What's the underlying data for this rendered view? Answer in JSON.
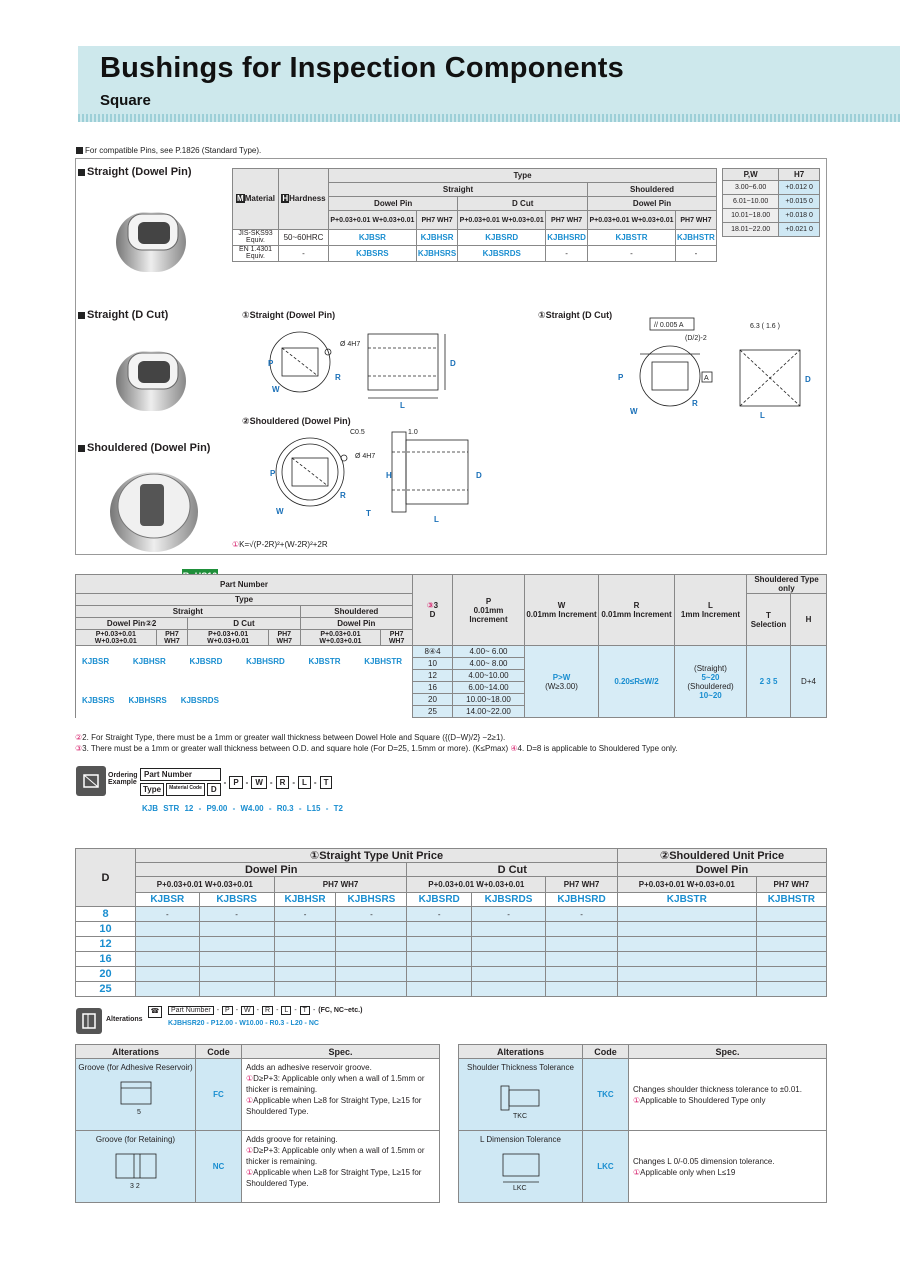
{
  "header": {
    "title": "Bushings for Inspection Components",
    "subtitle": "Square"
  },
  "compat_note": "For compatible Pins, see P.1826 (Standard Type).",
  "product_types": [
    "Straight (Dowel Pin)",
    "Straight (D Cut)",
    "Shouldered (Dowel Pin)"
  ],
  "rohs": "RoHS10",
  "material_table": {
    "material_hdr": "Material",
    "hardness_hdr": "Hardness",
    "type_hdr": "Type",
    "straight_hdr": "Straight",
    "shouldered_hdr": "Shouldered",
    "dowel_pin": "Dowel Pin",
    "d_cut": "D Cut",
    "tol_a": "P+0.03+0.01 W+0.03+0.01",
    "tol_b": "PH7 WH7",
    "rows": [
      {
        "material": "JIS-SKS93 Equiv.",
        "hardness": "50~60HRC",
        "c1": "KJBSR",
        "c2": "KJBHSR",
        "c3": "KJBSRD",
        "c4": "KJBHSRD",
        "c5": "KJBSTR",
        "c6": "KJBHSTR"
      },
      {
        "material": "EN 1.4301 Equiv.",
        "hardness": "-",
        "c1": "KJBSRS",
        "c2": "KJBHSRS",
        "c3": "KJBSRDS",
        "c4": "-",
        "c5": "-",
        "c6": "-"
      }
    ]
  },
  "h7_table": {
    "h1": "P,W",
    "h2": "H7",
    "rows": [
      {
        "range": "3.00~6.00",
        "tol": "+0.012 0"
      },
      {
        "range": "6.01~10.00",
        "tol": "+0.015 0"
      },
      {
        "range": "10.01~18.00",
        "tol": "+0.018 0"
      },
      {
        "range": "18.01~22.00",
        "tol": "+0.021 0"
      }
    ]
  },
  "drawings": {
    "d1": "①Straight (Dowel Pin)",
    "d2": "①Straight (D Cut)",
    "d3": "②Shouldered (Dowel Pin)",
    "formula": "K=√(P-2R)²+(W-2R)²+2R"
  },
  "part_table": {
    "part_number": "Part Number",
    "type": "Type",
    "straight": "Straight",
    "shouldered": "Shouldered",
    "dowel_pin2": "Dowel Pin②2",
    "d_cut": "D Cut",
    "dowel_pin": "Dowel Pin",
    "d_hdr": "D",
    "p_hdr": "P",
    "p_sub": "0.01mm Increment",
    "w_hdr": "W",
    "w_sub": "0.01mm Increment",
    "r_hdr": "R",
    "r_sub": "0.01mm Increment",
    "l_hdr": "L",
    "l_sub": "1mm Increment",
    "shoulder_only": "Shouldered Type only",
    "t_hdr": "T Selection",
    "h_hdr": "H",
    "codes_row1": [
      "KJBSR",
      "KJBHSR",
      "KJBSRD",
      "KJBHSRD",
      "KJBSTR",
      "KJBHSTR"
    ],
    "codes_row2": [
      "KJBSRS",
      "KJBHSRS",
      "KJBSRDS"
    ],
    "d_vals": [
      "8④4",
      "10",
      "12",
      "16",
      "20",
      "25"
    ],
    "p_vals": [
      "4.00~ 6.00",
      "4.00~ 8.00",
      "4.00~10.00",
      "6.00~14.00",
      "10.00~18.00",
      "14.00~22.00"
    ],
    "w_val": "P>W",
    "w_note": "(W≥3.00)",
    "r_val": "0.20≤R≤W/2",
    "l_straight": "(Straight)",
    "l_s_val": "5~20",
    "l_shouldered": "(Shouldered)",
    "l_sh_val": "10~20",
    "t_val": "2 3 5",
    "h_val": "D+4"
  },
  "footnotes": {
    "f2": "2. For Straight Type, there must be a 1mm or greater wall thickness between Dowel Hole and Square ({(D−W)/2} −2≥1).",
    "f3": "3. There must be a 1mm or greater wall thickness between O.D. and square hole (For D=25, 1.5mm or more). (K≤Pmax)",
    "f4": "4. D=8 is applicable to Shouldered Type only."
  },
  "ordering": {
    "label": "Ordering Example",
    "part_number": "Part Number",
    "type": "Type",
    "material_code": "Material Code",
    "fields": [
      "D",
      "P",
      "W",
      "R",
      "L",
      "T"
    ],
    "example": "KJB STR 12 - P9.00 - W4.00 - R0.3 - L15 - T2"
  },
  "price_table": {
    "d_hdr": "D",
    "straight_price": "①Straight Type Unit Price",
    "shouldered_price": "②Shouldered Unit Price",
    "dowel_pin": "Dowel Pin",
    "d_cut": "D Cut",
    "codes": [
      "KJBSR",
      "KJBSRS",
      "KJBHSR",
      "KJBHSRS",
      "KJBSRD",
      "KJBSRDS",
      "KJBHSRD",
      "KJBSTR",
      "KJBHSTR"
    ],
    "rows": [
      {
        "d": "8",
        "cells": [
          "-",
          "-",
          "-",
          "-",
          "-",
          "-",
          "-",
          "",
          ""
        ]
      },
      {
        "d": "10",
        "cells": [
          "",
          "",
          "",
          "",
          "",
          "",
          "",
          "",
          ""
        ]
      },
      {
        "d": "12",
        "cells": [
          "",
          "",
          "",
          "",
          "",
          "",
          "",
          "",
          ""
        ]
      },
      {
        "d": "16",
        "cells": [
          "",
          "",
          "",
          "",
          "",
          "",
          "",
          "",
          ""
        ]
      },
      {
        "d": "20",
        "cells": [
          "",
          "",
          "",
          "",
          "",
          "",
          "",
          "",
          ""
        ]
      },
      {
        "d": "25",
        "cells": [
          "",
          "",
          "",
          "",
          "",
          "",
          "",
          "",
          ""
        ]
      }
    ]
  },
  "alterations_bar": {
    "label": "Alterations",
    "fields": [
      "Part Number",
      "P",
      "W",
      "R",
      "L",
      "T"
    ],
    "suffix": "(FC, NC~etc.)",
    "example": "KJBHSR20 - P12.00 - W10.00 - R0.3 - L20 - NC"
  },
  "alt_left": {
    "h1": "Alterations",
    "h2": "Code",
    "h3": "Spec.",
    "rows": [
      {
        "name": "Groove (for Adhesive Reservoir)",
        "code": "FC",
        "spec": [
          "Adds an adhesive reservoir groove.",
          "D≥P+3: Applicable only when a wall of 1.5mm or thicker is remaining.",
          "Applicable when L≥8 for Straight Type, L≥15 for Shouldered Type."
        ]
      },
      {
        "name": "Groove (for Retaining)",
        "code": "NC",
        "spec": [
          "Adds groove for retaining.",
          "D≥P+3: Applicable only when a wall of 1.5mm or thicker is remaining.",
          "Applicable when L≥8 for Straight Type, L≥15 for Shouldered Type."
        ]
      }
    ]
  },
  "alt_right": {
    "h1": "Alterations",
    "h2": "Code",
    "h3": "Spec.",
    "rows": [
      {
        "name": "Shoulder Thickness Tolerance",
        "code": "TKC",
        "spec": [
          "Changes shoulder thickness tolerance to ±0.01.",
          "Applicable to Shouldered Type only"
        ]
      },
      {
        "name": "L Dimension Tolerance",
        "code": "LKC",
        "spec": [
          "Changes L 0/-0.05 dimension tolerance.",
          "Applicable only when L≤19"
        ]
      }
    ]
  }
}
